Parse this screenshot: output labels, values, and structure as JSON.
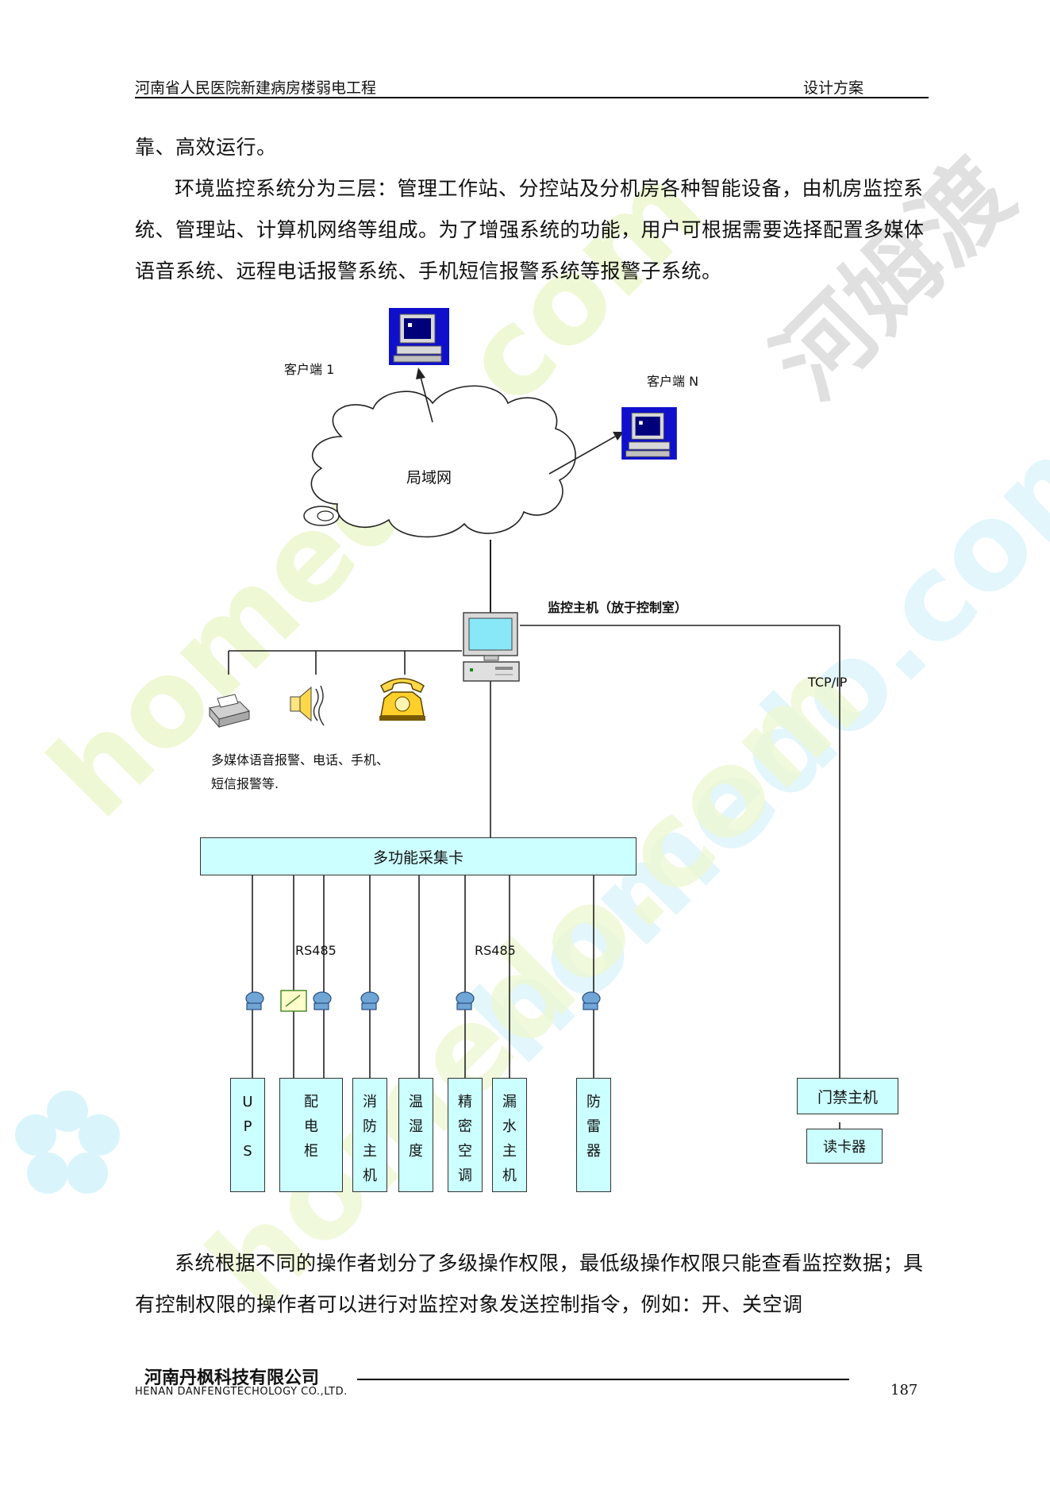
{
  "header": {
    "title": "河南省人民医院新建病房楼弱电工程",
    "section": "设计方案"
  },
  "body": {
    "p1": "靠、高效运行。",
    "p2": "环境监控系统分为三层：管理工作站、分控站及分机房各种智能设备，由机房监控系统、管理站、计算机网络等组成。为了增强系统的功能，用户可根据需要选择配置多媒体语音系统、远程电话报警系统、手机短信报警系统等报警子系统。",
    "p3": "系统根据不同的操作者划分了多级操作权限，最低级操作权限只能查看监控数据；具有控制权限的操作者可以进行对监控对象发送控制指令，例如：开、关空调"
  },
  "diagram": {
    "client1": "客户端 1",
    "clientN": "客户端 N",
    "lan": "局域网",
    "host": "监控主机（放于控制室）",
    "tcpip": "TCP/IP",
    "alarm_line1": "多媒体语音报警、电话、手机、",
    "alarm_line2": "短信报警等.",
    "card": "多功能采集卡",
    "rs485_a": "RS485",
    "rs485_b": "RS485",
    "devices": {
      "ups": [
        "U",
        "P",
        "S"
      ],
      "power": [
        "配",
        "电",
        "柜"
      ],
      "fire": [
        "消",
        "防",
        "主",
        "机"
      ],
      "temp": [
        "温",
        "湿",
        "度"
      ],
      "ac": [
        "精",
        "密",
        "空",
        "调"
      ],
      "leak": [
        "漏",
        "水",
        "主",
        "机"
      ],
      "lightning": [
        "防",
        "雷",
        "器"
      ]
    },
    "door": "门禁主机",
    "reader": "读卡器"
  },
  "watermark": {
    "text_en": "homedo.com",
    "text_cn": "河姆渡"
  },
  "footer": {
    "company": "河南丹枫科技有限公司",
    "company_en": "HENAN DANFENGTECHOLOGY CO.,LTD.",
    "page": "187"
  },
  "colors": {
    "box_fill": "#ccffff",
    "monitor_blue": "#1010cc",
    "watermark_green": "#eaf7c8",
    "watermark_cyan": "#d9f5fb",
    "watermark_gray": "#d0d0d0"
  }
}
